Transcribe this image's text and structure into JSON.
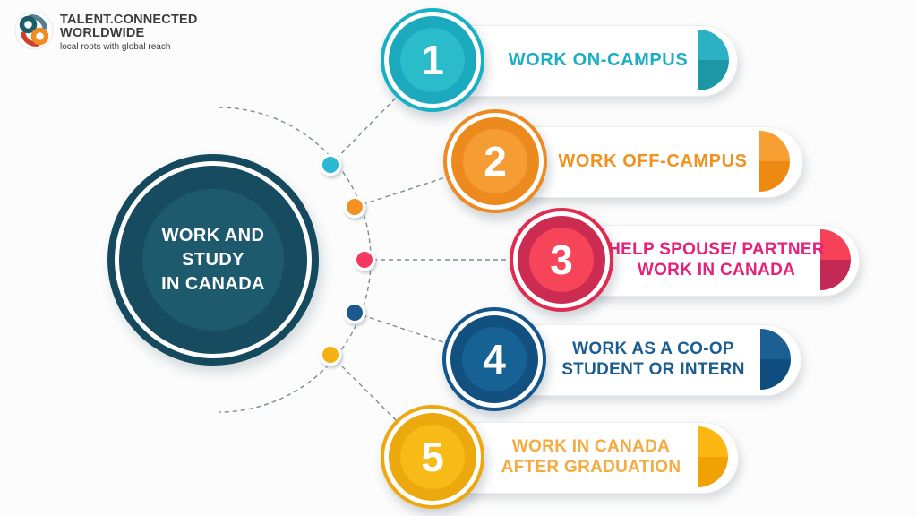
{
  "canvas": {
    "background": "#fcfcfc"
  },
  "logo": {
    "icon": "swirl-globe-icon",
    "name_line1": "TALENT.CONNECTED",
    "name_line2": "WORLDWIDE",
    "tagline": "local roots with global reach",
    "text_color": "#3b3b3a",
    "icon_colors": {
      "teal": "#1d5c6b",
      "steel": "#54808f",
      "orange": "#ef8b22",
      "red": "#cf3f2a"
    }
  },
  "hub": {
    "title_line1": "WORK AND STUDY",
    "title_line2": "IN CANADA",
    "colors": {
      "ring": "#15495e",
      "disc": "#164b60",
      "core": "#1e5a6e",
      "text": "#ffffff"
    }
  },
  "connector": {
    "line_color": "#7b8b97"
  },
  "items": [
    {
      "number": "1",
      "label_line1": "WORK ON-CAMPUS",
      "label_line2": "",
      "colors": {
        "ring": "#17b0c4",
        "disc": "#1ba9bd",
        "core": "#2bbccb",
        "text": "#1caec5",
        "cap_top": "#2cb0c4",
        "cap_bottom": "#1b97a6",
        "dot": "#2ab9d3"
      }
    },
    {
      "number": "2",
      "label_line1": "WORK OFF-CAMPUS",
      "label_line2": "",
      "colors": {
        "ring": "#ee8a21",
        "disc": "#ec8a1e",
        "core": "#f59d33",
        "text": "#f1921f",
        "cap_top": "#f89f33",
        "cap_bottom": "#ee8912",
        "dot": "#f39122"
      }
    },
    {
      "number": "3",
      "label_line1": "HELP SPOUSE/ PARTNER",
      "label_line2": "WORK IN CANADA",
      "colors": {
        "ring": "#e02a50",
        "disc": "#cc2c52",
        "core": "#f64458",
        "text": "#e52277",
        "cap_top": "#f64158",
        "cap_bottom": "#c42a56",
        "dot": "#f43b5f"
      }
    },
    {
      "number": "4",
      "label_line1": "WORK AS A CO-OP",
      "label_line2": "STUDENT OR INTERN",
      "colors": {
        "ring": "#15568a",
        "disc": "#11507f",
        "core": "#176294",
        "text": "#1a5d92",
        "cap_top": "#1c5f92",
        "cap_bottom": "#0f4d7e",
        "dot": "#1a5a8e"
      }
    },
    {
      "number": "5",
      "label_line1": "WORK IN CANADA",
      "label_line2": "AFTER GRADUATION",
      "colors": {
        "ring": "#f0a70d",
        "disc": "#eca90e",
        "core": "#f7ba17",
        "text": "#f6ab41",
        "cap_top": "#fdb713",
        "cap_bottom": "#efa202",
        "dot": "#f6b012"
      }
    }
  ]
}
